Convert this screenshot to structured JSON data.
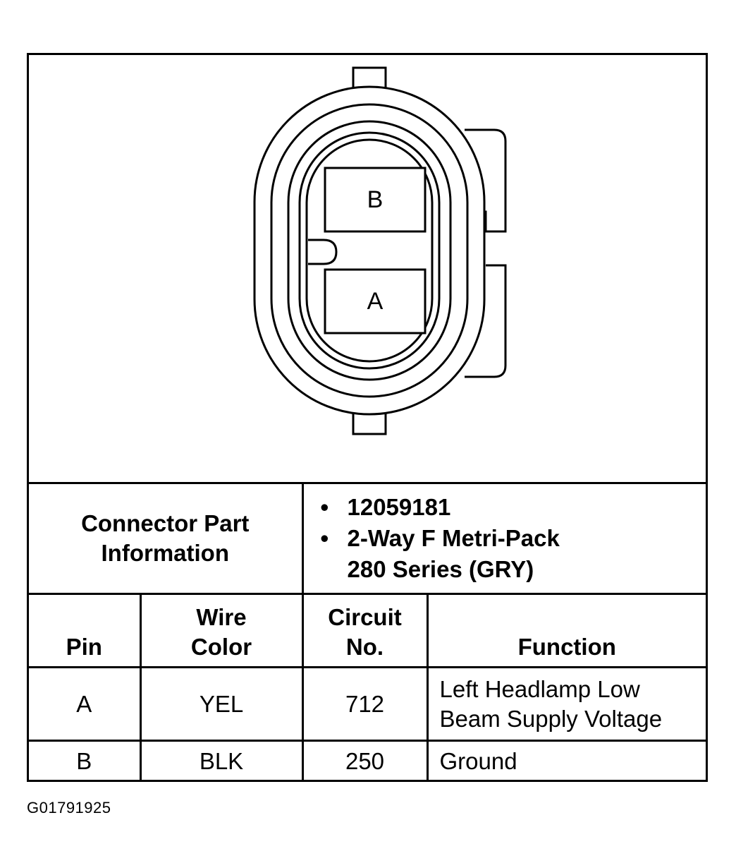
{
  "connector": {
    "pin_labels": [
      "B",
      "A"
    ]
  },
  "info": {
    "label_line1": "Connector Part",
    "label_line2": "Information",
    "items": [
      "12059181",
      "2-Way F Metri-Pack"
    ],
    "item2_line2": "280 Series (GRY)"
  },
  "headers": {
    "pin": "Pin",
    "wire_color_line1": "Wire",
    "wire_color_line2": "Color",
    "circuit_line1": "Circuit",
    "circuit_line2": "No.",
    "function": "Function"
  },
  "rows": [
    {
      "pin": "A",
      "wire_color": "YEL",
      "circuit": "712",
      "function_line1": "Left Headlamp Low",
      "function_line2": "Beam Supply Voltage"
    },
    {
      "pin": "B",
      "wire_color": "BLK",
      "circuit": "250",
      "function_line1": "Ground",
      "function_line2": ""
    }
  ],
  "figure_id": "G01791925"
}
